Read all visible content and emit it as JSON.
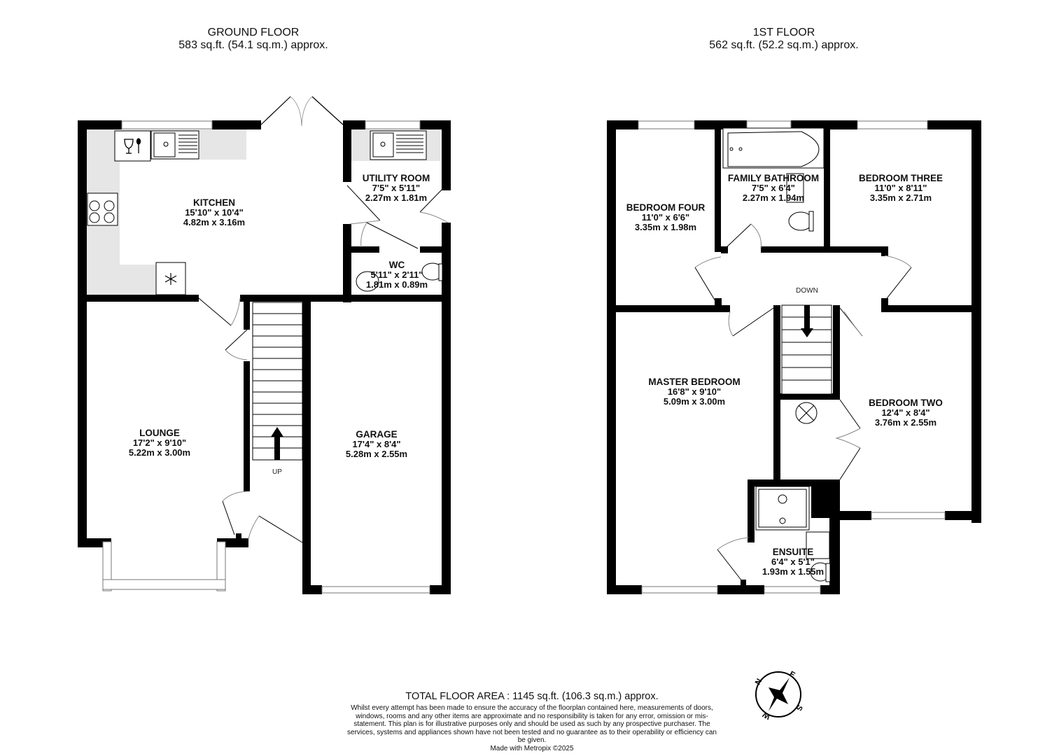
{
  "floors": [
    {
      "title": "GROUND FLOOR",
      "area": "583 sq.ft. (54.1 sq.m.) approx.",
      "rooms": [
        {
          "name": "KITCHEN",
          "imperial": "15'10\"  x 10'4\"",
          "metric": "4.82m  x 3.16m"
        },
        {
          "name": "UTILITY ROOM",
          "imperial": "7'5\"  x 5'11\"",
          "metric": "2.27m  x 1.81m"
        },
        {
          "name": "WC",
          "imperial": "5'11\"  x 2'11\"",
          "metric": "1.81m  x 0.89m"
        },
        {
          "name": "LOUNGE",
          "imperial": "17'2\"  x 9'10\"",
          "metric": "5.22m  x 3.00m"
        },
        {
          "name": "GARAGE",
          "imperial": "17'4\"  x 8'4\"",
          "metric": "5.28m  x 2.55m"
        }
      ],
      "stairs_label": "UP"
    },
    {
      "title": "1ST FLOOR",
      "area": "562 sq.ft. (52.2 sq.m.) approx.",
      "rooms": [
        {
          "name": "BEDROOM FOUR",
          "imperial": "11'0\"  x 6'6\"",
          "metric": "3.35m  x 1.98m"
        },
        {
          "name": "FAMILY BATHROOM",
          "imperial": "7'5\"  x 6'4\"",
          "metric": "2.27m  x 1.94m"
        },
        {
          "name": "BEDROOM THREE",
          "imperial": "11'0\"  x 8'11\"",
          "metric": "3.35m  x 2.71m"
        },
        {
          "name": "MASTER BEDROOM",
          "imperial": "16'8\"  x 9'10\"",
          "metric": "5.09m  x 3.00m"
        },
        {
          "name": "BEDROOM TWO",
          "imperial": "12'4\"  x 8'4\"",
          "metric": "3.76m  x 2.55m"
        },
        {
          "name": "ENSUITE",
          "imperial": "6'4\"  x 5'1\"",
          "metric": "1.93m  x 1.55m"
        }
      ],
      "stairs_label": "DOWN"
    }
  ],
  "footer": {
    "total": "TOTAL FLOOR AREA : 1145 sq.ft. (106.3 sq.m.) approx.",
    "disclaimer": "Whilst every attempt has been made to ensure the accuracy of the floorplan contained here, measurements of doors, windows, rooms and any other items are approximate and no responsibility is taken for any error, omission or mis-statement. This plan is for illustrative purposes only and should be used as such by any prospective purchaser. The services, systems and appliances shown have not been tested and no guarantee as to their operability or efficiency can be given.",
    "credit": "Made with Metropix ©2025"
  },
  "compass": {
    "icon": "compass-icon",
    "n": "N",
    "e": "E",
    "s": "S",
    "w": "W"
  },
  "colors": {
    "wall": "#000000",
    "counter": "#e6e6e6",
    "background": "#ffffff"
  }
}
